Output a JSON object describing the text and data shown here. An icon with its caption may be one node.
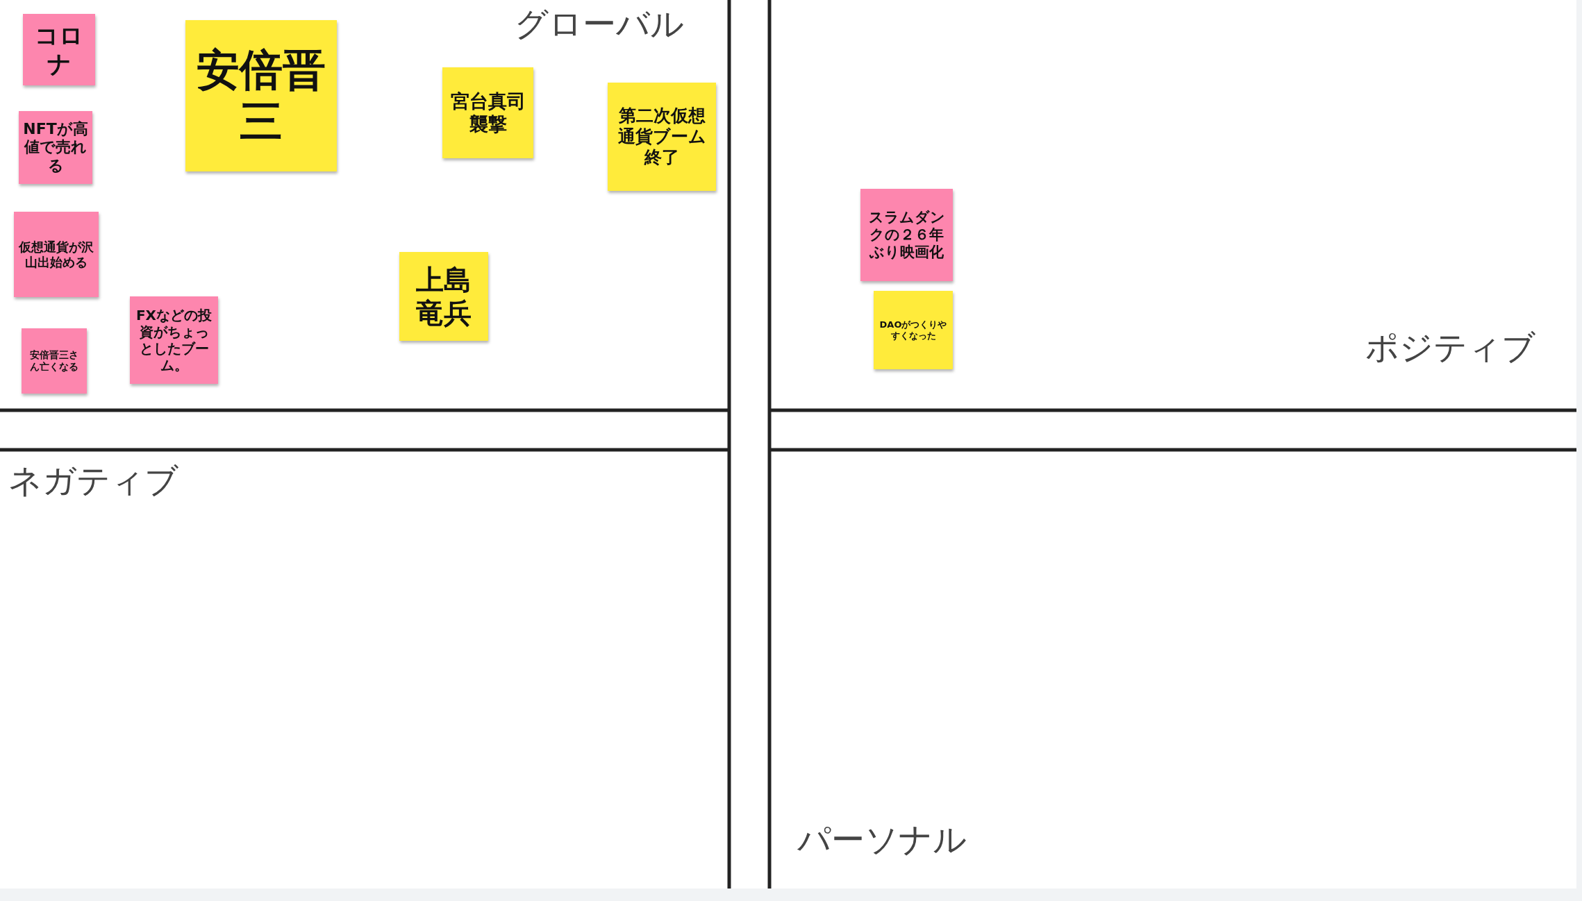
{
  "diagram": {
    "nodes": [
      {
        "text": [
          "コロナ"
        ]
      },
      {
        "text": [
          "安倍晋三"
        ]
      },
      {
        "text": [
          "NFTが高値で売れる"
        ]
      },
      {
        "text": [
          "宮台真司襲撃"
        ]
      },
      {
        "text": [
          "第二次仮想通貨ブーム終了"
        ]
      },
      {
        "text": [
          "仮想通貨が沢山出始める"
        ]
      },
      {
        "text": [
          "上島竜兵"
        ]
      },
      {
        "text": [
          "安倍晋三さん亡くなる"
        ]
      },
      {
        "text": [
          "FXなどの投資がちょっとしたブーム。"
        ]
      },
      {
        "text": [
          "スラムダンクの２６年ぶり映画化"
        ]
      },
      {
        "text": [
          "DAOがつくりやすくなった"
        ]
      }
    ],
    "labels": [
      "グローバル",
      "ポジティブ",
      "ネガティブ",
      "パーソナル"
    ]
  }
}
